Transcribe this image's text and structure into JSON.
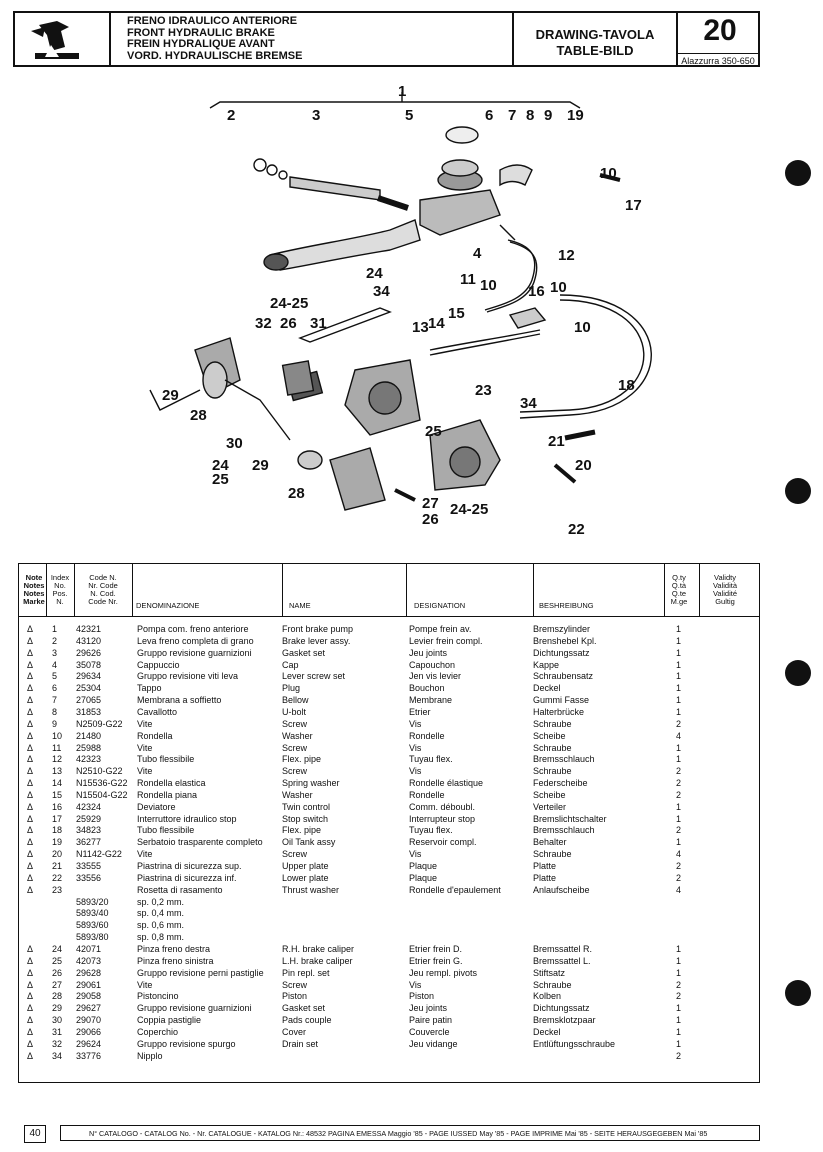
{
  "header": {
    "title_it": "FRENO IDRAULICO ANTERIORE",
    "title_en": "FRONT HYDRAULIC BRAKE",
    "title_fr": "FREIN HYDRALIQUE AVANT",
    "title_de": "VORD. HYDRAULISCHE BREMSE",
    "drawing_label_1": "DRAWING-TAVOLA",
    "drawing_label_2": "TABLE-BILD",
    "table_number": "20",
    "model": "Alazzurra 350-650"
  },
  "diagram": {
    "callouts": [
      "1",
      "2",
      "3",
      "5",
      "6",
      "7",
      "8",
      "9",
      "19",
      "10",
      "17",
      "4",
      "12",
      "24",
      "34",
      "11",
      "10",
      "16",
      "10",
      "24-25",
      "32",
      "26",
      "31",
      "15",
      "14",
      "13",
      "10",
      "18",
      "29",
      "28",
      "23",
      "34",
      "30",
      "25",
      "21",
      "20",
      "24",
      "25",
      "29",
      "28",
      "27",
      "26",
      "24-25",
      "22"
    ]
  },
  "table": {
    "headers": {
      "note": [
        "Note",
        "Notes",
        "Notes",
        "Marke"
      ],
      "index": [
        "Index",
        "No.",
        "Pos.",
        "N."
      ],
      "code": [
        "Code N.",
        "Nr. Code",
        "N. Cod.",
        "Code Nr."
      ],
      "denominazione": "DENOMINAZIONE",
      "name": "NAME",
      "designation": "DESIGNATION",
      "beschreibung": "BESHREIBUNG",
      "qty": [
        "Q.ty",
        "Q.tà",
        "Q.te",
        "M.ge"
      ],
      "validity": [
        "Validty",
        "Validità",
        "Validité",
        "Gultig"
      ]
    },
    "rows": [
      {
        "note": "Δ",
        "idx": "1",
        "code": "42321",
        "it": "Pompa com. freno anteriore",
        "en": "Front brake pump",
        "fr": "Pompe frein av.",
        "de": "Bremszylinder",
        "qty": "1"
      },
      {
        "note": "Δ",
        "idx": "2",
        "code": "43120",
        "it": "Leva freno completa di grano",
        "en": "Brake lever assy.",
        "fr": "Levier frein compl.",
        "de": "Brenshebel Kpl.",
        "qty": "1"
      },
      {
        "note": "Δ",
        "idx": "3",
        "code": "29626",
        "it": "Gruppo revisione guarnizioni",
        "en": "Gasket set",
        "fr": "Jeu joints",
        "de": "Dichtungssatz",
        "qty": "1"
      },
      {
        "note": "Δ",
        "idx": "4",
        "code": "35078",
        "it": "Cappuccio",
        "en": "Cap",
        "fr": "Capouchon",
        "de": "Kappe",
        "qty": "1"
      },
      {
        "note": "Δ",
        "idx": "5",
        "code": "29634",
        "it": "Gruppo revisione viti leva",
        "en": "Lever screw set",
        "fr": "Jen vis levier",
        "de": "Schraubensatz",
        "qty": "1"
      },
      {
        "note": "Δ",
        "idx": "6",
        "code": "25304",
        "it": "Tappo",
        "en": "Plug",
        "fr": "Bouchon",
        "de": "Deckel",
        "qty": "1"
      },
      {
        "note": "Δ",
        "idx": "7",
        "code": "27065",
        "it": "Membrana a soffietto",
        "en": "Bellow",
        "fr": "Membrane",
        "de": "Gummi Fasse",
        "qty": "1"
      },
      {
        "note": "Δ",
        "idx": "8",
        "code": "31853",
        "it": "Cavallotto",
        "en": "U-bolt",
        "fr": "Etrier",
        "de": "Halterbrücke",
        "qty": "1"
      },
      {
        "note": "Δ",
        "idx": "9",
        "code": "N2509-G22",
        "it": "Vite",
        "en": "Screw",
        "fr": "Vis",
        "de": "Schraube",
        "qty": "2"
      },
      {
        "note": "Δ",
        "idx": "10",
        "code": "21480",
        "it": "Rondella",
        "en": "Washer",
        "fr": "Rondelle",
        "de": "Scheibe",
        "qty": "4"
      },
      {
        "note": "Δ",
        "idx": "11",
        "code": "25988",
        "it": "Vite",
        "en": "Screw",
        "fr": "Vis",
        "de": "Schraube",
        "qty": "1"
      },
      {
        "note": "Δ",
        "idx": "12",
        "code": "42323",
        "it": "Tubo flessibile",
        "en": "Flex. pipe",
        "fr": "Tuyau flex.",
        "de": "Bremsschlauch",
        "qty": "1"
      },
      {
        "note": "Δ",
        "idx": "13",
        "code": "N2510-G22",
        "it": "Vite",
        "en": "Screw",
        "fr": "Vis",
        "de": "Schraube",
        "qty": "2"
      },
      {
        "note": "Δ",
        "idx": "14",
        "code": "N15536-G22",
        "it": "Rondella elastica",
        "en": "Spring washer",
        "fr": "Rondelle élastique",
        "de": "Federscheibe",
        "qty": "2"
      },
      {
        "note": "Δ",
        "idx": "15",
        "code": "N15504-G22",
        "it": "Rondella piana",
        "en": "Washer",
        "fr": "Rondelle",
        "de": "Scheibe",
        "qty": "2"
      },
      {
        "note": "Δ",
        "idx": "16",
        "code": "42324",
        "it": "Deviatore",
        "en": "Twin control",
        "fr": "Comm. déboubl.",
        "de": "Verteiler",
        "qty": "1"
      },
      {
        "note": "Δ",
        "idx": "17",
        "code": "25929",
        "it": "Interruttore idraulico stop",
        "en": "Stop switch",
        "fr": "Interrupteur stop",
        "de": "Bremslichtschalter",
        "qty": "1"
      },
      {
        "note": "Δ",
        "idx": "18",
        "code": "34823",
        "it": "Tubo flessibile",
        "en": "Flex. pipe",
        "fr": "Tuyau flex.",
        "de": "Bremsschlauch",
        "qty": "2"
      },
      {
        "note": "Δ",
        "idx": "19",
        "code": "36277",
        "it": "Serbatoio trasparente completo",
        "en": "Oil Tank assy",
        "fr": "Reservoir compl.",
        "de": "Behalter",
        "qty": "1"
      },
      {
        "note": "Δ",
        "idx": "20",
        "code": "N1142-G22",
        "it": "Vite",
        "en": "Screw",
        "fr": "Vis",
        "de": "Schraube",
        "qty": "4"
      },
      {
        "note": "Δ",
        "idx": "21",
        "code": "33555",
        "it": "Piastrina di sicurezza sup.",
        "en": "Upper plate",
        "fr": "Plaque",
        "de": "Platte",
        "qty": "2"
      },
      {
        "note": "Δ",
        "idx": "22",
        "code": "33556",
        "it": "Piastrina di sicurezza inf.",
        "en": "Lower plate",
        "fr": "Plaque",
        "de": "Platte",
        "qty": "2"
      },
      {
        "note": "Δ",
        "idx": "23",
        "code": "",
        "it": "Rosetta di rasamento",
        "en": "Thrust washer",
        "fr": "Rondelle d'epaulement",
        "de": "Anlaufscheibe",
        "qty": "4"
      },
      {
        "note": "",
        "idx": "",
        "code": "5893/20",
        "it": "sp. 0,2 mm.",
        "en": "",
        "fr": "",
        "de": "",
        "qty": ""
      },
      {
        "note": "",
        "idx": "",
        "code": "5893/40",
        "it": "sp. 0,4 mm.",
        "en": "",
        "fr": "",
        "de": "",
        "qty": ""
      },
      {
        "note": "",
        "idx": "",
        "code": "5893/60",
        "it": "sp. 0,6 mm.",
        "en": "",
        "fr": "",
        "de": "",
        "qty": ""
      },
      {
        "note": "",
        "idx": "",
        "code": "5893/80",
        "it": "sp. 0,8 mm.",
        "en": "",
        "fr": "",
        "de": "",
        "qty": ""
      },
      {
        "note": "Δ",
        "idx": "24",
        "code": "42071",
        "it": "Pinza freno destra",
        "en": "R.H. brake caliper",
        "fr": "Etrier frein D.",
        "de": "Bremssattel R.",
        "qty": "1"
      },
      {
        "note": "Δ",
        "idx": "25",
        "code": "42073",
        "it": "Pinza freno sinistra",
        "en": "L.H. brake caliper",
        "fr": "Etrier frein G.",
        "de": "Bremssattel L.",
        "qty": "1"
      },
      {
        "note": "Δ",
        "idx": "26",
        "code": "29628",
        "it": "Gruppo revisione perni pastiglie",
        "en": "Pin repl. set",
        "fr": "Jeu rempl. pivots",
        "de": "Stiftsatz",
        "qty": "1"
      },
      {
        "note": "Δ",
        "idx": "27",
        "code": "29061",
        "it": "Vite",
        "en": "Screw",
        "fr": "Vis",
        "de": "Schraube",
        "qty": "2"
      },
      {
        "note": "Δ",
        "idx": "28",
        "code": "29058",
        "it": "Pistoncino",
        "en": "Piston",
        "fr": "Piston",
        "de": "Kolben",
        "qty": "2"
      },
      {
        "note": "Δ",
        "idx": "29",
        "code": "29627",
        "it": "Gruppo revisione guarnizioni",
        "en": "Gasket set",
        "fr": "Jeu joints",
        "de": "Dichtungssatz",
        "qty": "1"
      },
      {
        "note": "Δ",
        "idx": "30",
        "code": "29070",
        "it": "Coppia pastiglie",
        "en": "Pads couple",
        "fr": "Paire patin",
        "de": "Bremsklotzpaar",
        "qty": "1"
      },
      {
        "note": "Δ",
        "idx": "31",
        "code": "29066",
        "it": "Coperchio",
        "en": "Cover",
        "fr": "Couvercle",
        "de": "Deckel",
        "qty": "1"
      },
      {
        "note": "Δ",
        "idx": "32",
        "code": "29624",
        "it": "Gruppo revisione spurgo",
        "en": "Drain set",
        "fr": "Jeu vidange",
        "de": "Entlüftungsschraube",
        "qty": "1"
      },
      {
        "note": "Δ",
        "idx": "34",
        "code": "33776",
        "it": "Nipplo",
        "en": "",
        "fr": "",
        "de": "",
        "qty": "2"
      }
    ]
  },
  "footer": {
    "page_number": "40",
    "text": "N° CATALOGO - CATALOG No. - Nr. CATALOGUE - KATALOG Nr.: 48532 PAGINA EMESSA Maggio '85 - PAGE IUSSED May '85 - PAGE IMPRIME Mai '85 - SEITE HERAUSGEGEBEN Mai '85"
  }
}
